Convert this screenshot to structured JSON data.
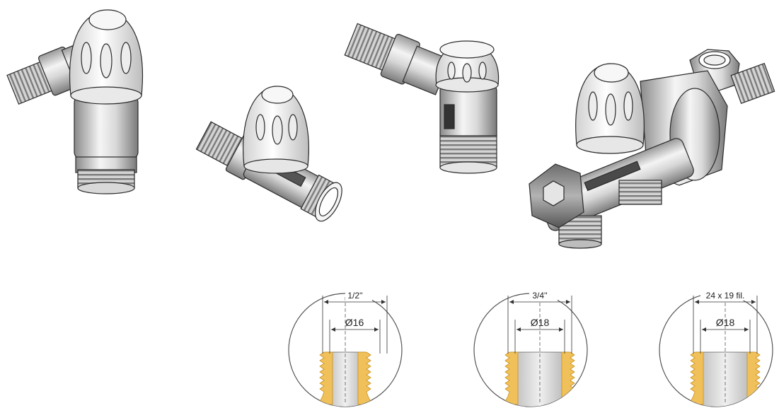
{
  "details": [
    {
      "outer_label": "1/2''",
      "inner_label": "Ø16"
    },
    {
      "outer_label": "3/4''",
      "inner_label": "Ø18"
    },
    {
      "outer_label": "24 x 19 fil.",
      "inner_label": "Ø18"
    }
  ],
  "colors": {
    "line": "#2a2a2a",
    "metal_light": "#f2f2f2",
    "metal_mid": "#c9c9c9",
    "metal_dark": "#8f8f8f",
    "brass": "#f0c15a",
    "brass_dark": "#c98f1e"
  },
  "icons": [
    "valve-angle-icon",
    "valve-straight-icon",
    "valve-angle-reversed-icon",
    "valve-four-way-icon"
  ]
}
